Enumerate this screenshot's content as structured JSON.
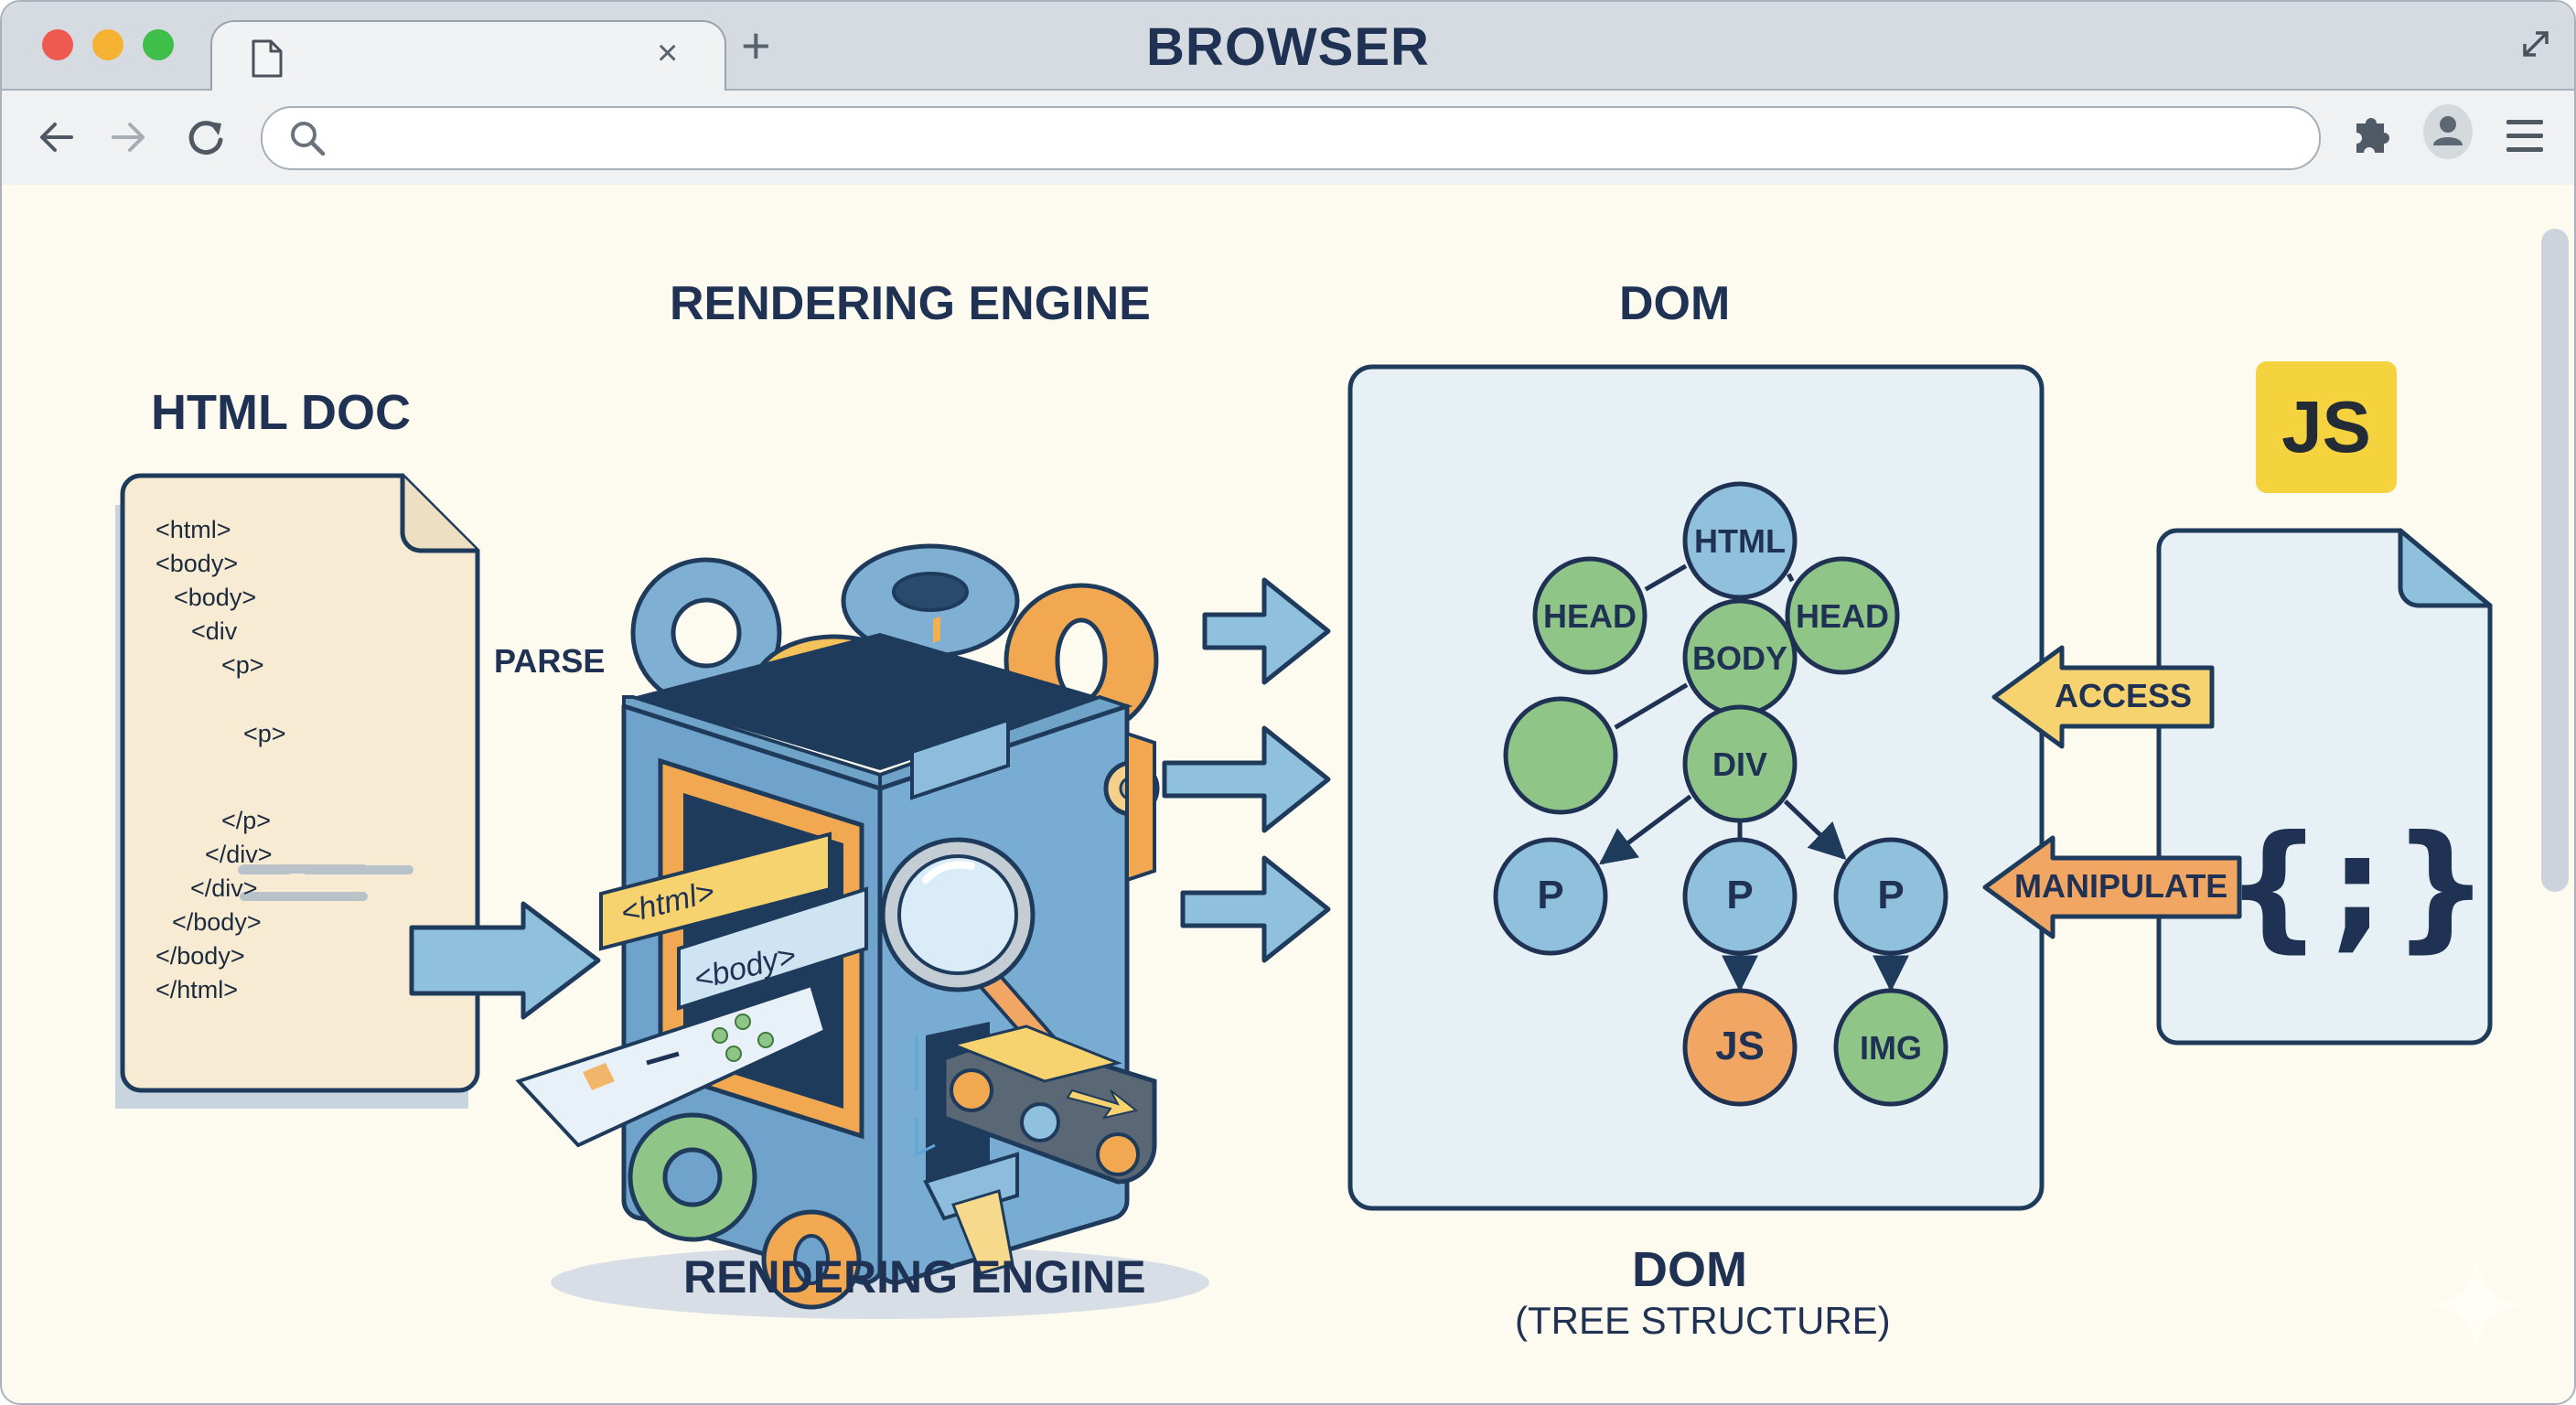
{
  "window": {
    "title": "BROWSER",
    "traffic_lights": [
      {
        "name": "close",
        "color": "#ee5a4f"
      },
      {
        "name": "minimize",
        "color": "#f5b233"
      },
      {
        "name": "maximize",
        "color": "#3fbe4a"
      }
    ]
  },
  "tabs": [
    {
      "label": "",
      "icon": "document-icon",
      "active": true
    }
  ],
  "tab_close_label": "×",
  "new_tab_label": "+",
  "toolbar": {
    "back_icon": "arrow-left-icon",
    "forward_icon": "arrow-right-icon",
    "reload_icon": "reload-icon",
    "address_value": "",
    "address_placeholder": "",
    "extensions_icon": "puzzle-icon",
    "profile_icon": "user-icon",
    "menu_icon": "hamburger-menu-icon"
  },
  "diagram": {
    "html_doc": {
      "title": "HTML DOC",
      "code_lines": [
        "<html>",
        "<body>",
        "<body>",
        "<div",
        "<p>",
        "<p>",
        "</p>",
        "</div>",
        "</div>",
        "</body>",
        "</body>",
        "</html>"
      ]
    },
    "parse_label": "PARSE",
    "rendering_engine": {
      "title_top": "RENDERING ENGINE",
      "title_bottom": "RENDERING ENGINE",
      "slot_tags": [
        "<html>",
        "<body>"
      ]
    },
    "dom": {
      "title_top": "DOM",
      "title_bottom": "DOM",
      "subtitle": "(TREE STRUCTURE)",
      "nodes": [
        {
          "id": "html",
          "label": "HTML",
          "type": "root"
        },
        {
          "id": "head1",
          "label": "HEAD",
          "type": "element"
        },
        {
          "id": "head2",
          "label": "HEAD",
          "type": "element"
        },
        {
          "id": "body",
          "label": "BODY",
          "type": "element"
        },
        {
          "id": "blank",
          "label": "",
          "type": "element"
        },
        {
          "id": "div",
          "label": "DIV",
          "type": "element"
        },
        {
          "id": "p1",
          "label": "P",
          "type": "paragraph"
        },
        {
          "id": "p2",
          "label": "P",
          "type": "paragraph"
        },
        {
          "id": "p3",
          "label": "P",
          "type": "paragraph"
        },
        {
          "id": "js",
          "label": "JS",
          "type": "script"
        },
        {
          "id": "img",
          "label": "IMG",
          "type": "element"
        }
      ],
      "edges": [
        {
          "from": "html",
          "to": "head1",
          "arrow": false
        },
        {
          "from": "html",
          "to": "head2",
          "arrow": false
        },
        {
          "from": "html",
          "to": "body",
          "arrow": false
        },
        {
          "from": "body",
          "to": "blank",
          "arrow": false
        },
        {
          "from": "body",
          "to": "div",
          "arrow": false
        },
        {
          "from": "div",
          "to": "p1",
          "arrow": true
        },
        {
          "from": "div",
          "to": "p2",
          "arrow": false
        },
        {
          "from": "div",
          "to": "p3",
          "arrow": true
        },
        {
          "from": "p2",
          "to": "js",
          "arrow": true
        },
        {
          "from": "p3",
          "to": "img",
          "arrow": true
        }
      ]
    },
    "javascript": {
      "badge": "JS",
      "file_symbol": "{;}",
      "access_label": "ACCESS",
      "manipulate_label": "MANIPULATE"
    },
    "colors": {
      "navy": "#1f3253",
      "blue_fill": "#8fc0dc",
      "green_fill": "#8fc587",
      "orange_fill": "#f2a664",
      "yellow": "#f6d36f",
      "js_badge": "#f5d33e",
      "doc_paper": "#f8ecd2",
      "dom_panel": "#e6f0f5",
      "background": "#fdfaf0"
    }
  }
}
